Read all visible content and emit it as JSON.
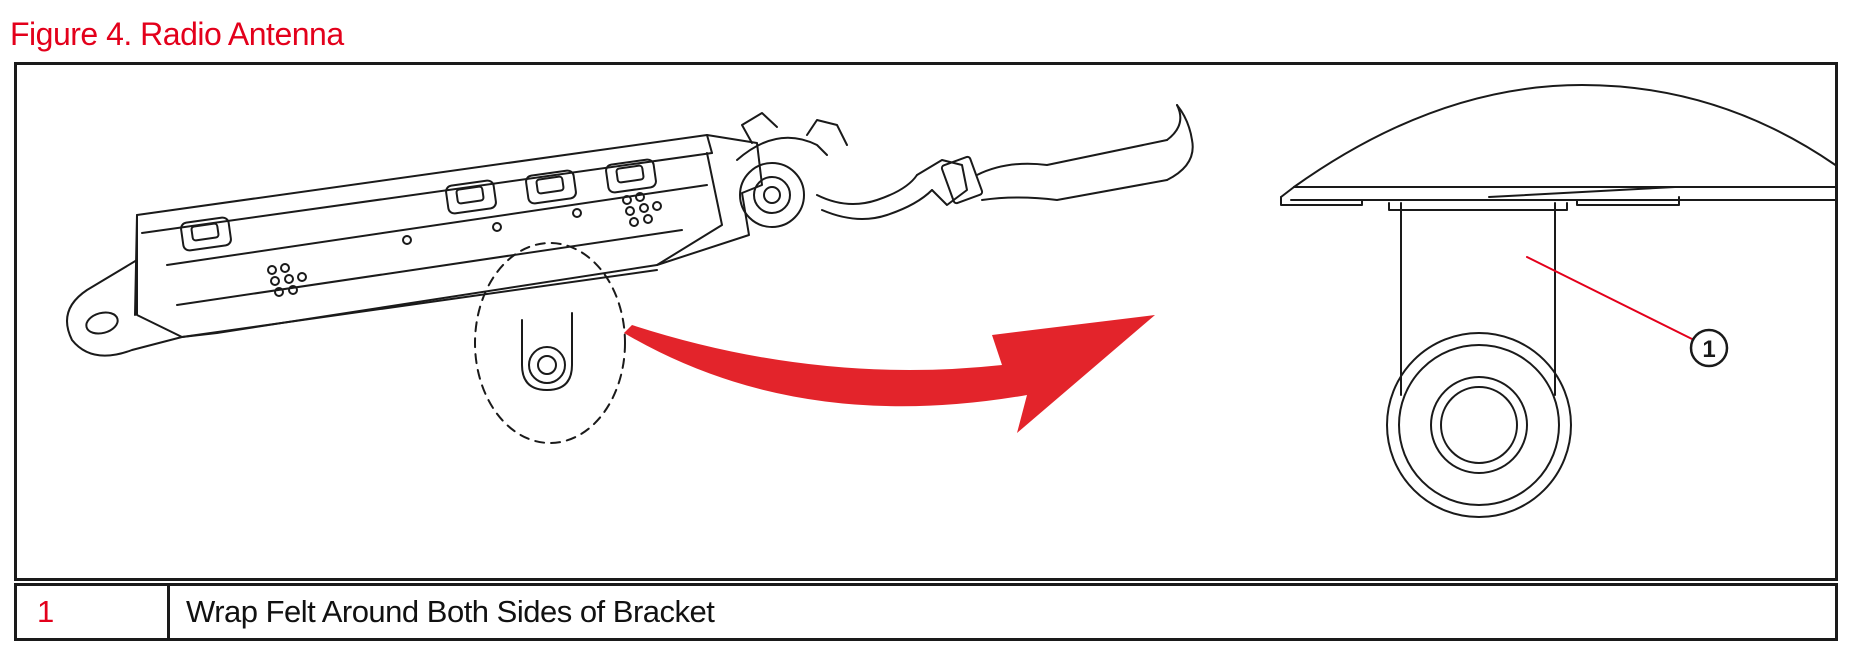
{
  "figure": {
    "title": "Figure 4. Radio Antenna",
    "illustration_callout": "1"
  },
  "legend": {
    "rows": [
      {
        "number": "1",
        "description": "Wrap Felt Around Both Sides of Bracket"
      }
    ]
  },
  "colors": {
    "accent_red": "#e3001b",
    "line": "#1a1a1a"
  }
}
